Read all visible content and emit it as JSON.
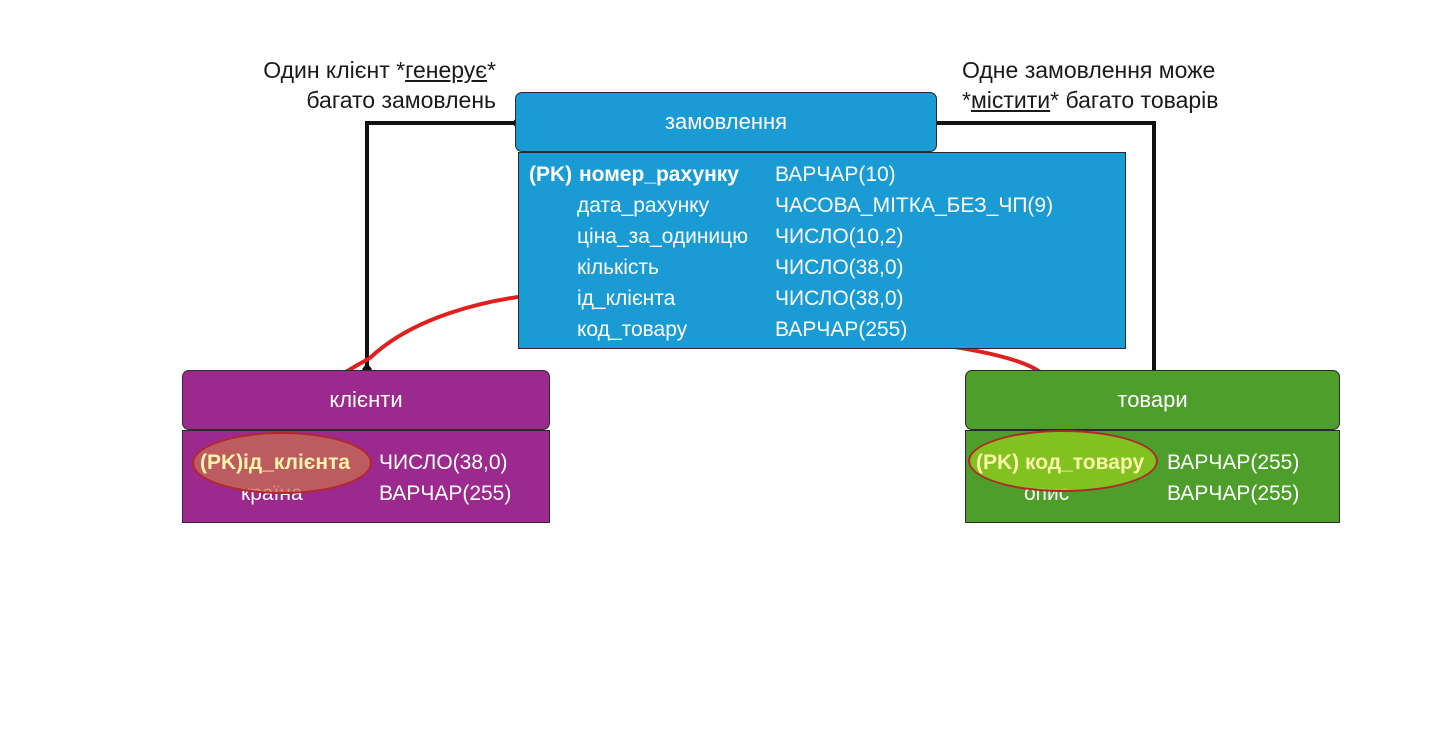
{
  "annotations": {
    "left": {
      "line1_prefix": "Один клієнт *",
      "line1_verb": "генерує",
      "line1_suffix": "*",
      "line2": "багато замовлень"
    },
    "right": {
      "line1": "Одне замовлення може",
      "line2_prefix": "*",
      "line2_verb": "містити",
      "line2_suffix": "* багато товарів"
    }
  },
  "entities": {
    "orders": {
      "title": "замовлення",
      "color": "#1a9bd4",
      "columns": [
        {
          "pk": "(PK)",
          "name": "номер_рахунку",
          "type": "ВАРЧАР(10)"
        },
        {
          "pk": "",
          "name": "дата_рахунку",
          "type": "ЧАСОВА_МІТКА_БЕЗ_ЧП(9)"
        },
        {
          "pk": "",
          "name": "ціна_за_одиницю",
          "type": "ЧИСЛО(10,2)"
        },
        {
          "pk": "",
          "name": "кількість",
          "type": "ЧИСЛО(38,0)"
        },
        {
          "pk": "",
          "name": "ід_клієнта",
          "type": "ЧИСЛО(38,0)"
        },
        {
          "pk": "",
          "name": "код_товару",
          "type": "ВАРЧАР(255)"
        }
      ]
    },
    "clients": {
      "title": "клієнти",
      "color": "#9c2a8e",
      "columns": [
        {
          "pk": "(PK)",
          "name": "ід_клієнта",
          "type": "ЧИСЛО(38,0)"
        },
        {
          "pk": "",
          "name": "країна",
          "type": "ВАРЧАР(255)"
        }
      ]
    },
    "products": {
      "title": "товари",
      "color": "#4d9e2a",
      "columns": [
        {
          "pk": "(PK)",
          "name": "код_товару",
          "type": "ВАРЧАР(255)"
        },
        {
          "pk": "",
          "name": "опис",
          "type": "ВАРЧАР(255)"
        }
      ]
    }
  },
  "colors": {
    "connector": "#111111",
    "arrow": "#e0201e",
    "pk_highlight_text": "#fbf3a8"
  }
}
